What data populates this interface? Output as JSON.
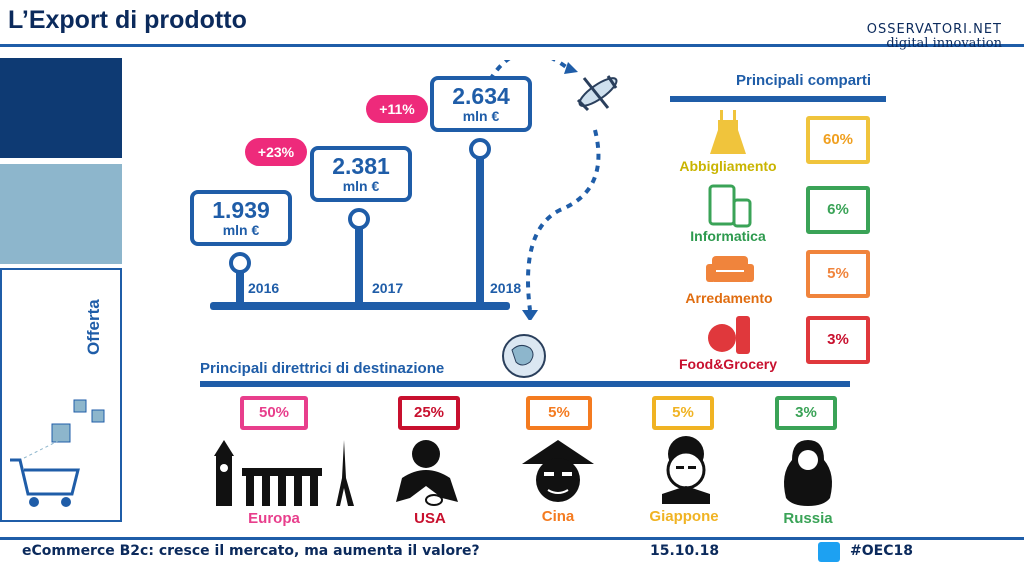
{
  "title": "L’Export di prodotto",
  "logo": {
    "line1": "OSSERVATORI.NET",
    "line2": "digital innovation"
  },
  "sidebar": {
    "label": "Offerta"
  },
  "timeline": {
    "items": [
      {
        "year": "2016",
        "value": "1.939",
        "unit": "mln €"
      },
      {
        "year": "2017",
        "value": "2.381",
        "unit": "mln €"
      },
      {
        "year": "2018",
        "value": "2.634",
        "unit": "mln €"
      }
    ],
    "growth": [
      "+23%",
      "+11%"
    ]
  },
  "destinations": {
    "heading": "Principali direttrici di destinazione",
    "items": [
      {
        "name": "Europa",
        "pct": "50%",
        "color": "#e83e8c"
      },
      {
        "name": "USA",
        "pct": "25%",
        "color": "#c8102e"
      },
      {
        "name": "Cina",
        "pct": "5%",
        "color": "#f47b20"
      },
      {
        "name": "Giappone",
        "pct": "5%",
        "color": "#f0b323"
      },
      {
        "name": "Russia",
        "pct": "3%",
        "color": "#3aa357"
      }
    ]
  },
  "sectors": {
    "heading": "Principali comparti",
    "items": [
      {
        "name": "Abbigliamento",
        "pct": "60%",
        "color": "#f0c43c",
        "text_color": "#c9b400"
      },
      {
        "name": "Informatica",
        "pct": "6%",
        "color": "#3aa357",
        "text_color": "#2d9a4e"
      },
      {
        "name": "Arredamento",
        "pct": "5%",
        "color": "#f0843c",
        "text_color": "#e06d10"
      },
      {
        "name": "Food&Grocery",
        "pct": "3%",
        "color": "#e0383c",
        "text_color": "#c8102e"
      }
    ]
  },
  "footer": {
    "text": "eCommerce B2c: cresce il mercato, ma aumenta il valore?",
    "date": "15.10.18",
    "hashtag": "#OEC18"
  }
}
